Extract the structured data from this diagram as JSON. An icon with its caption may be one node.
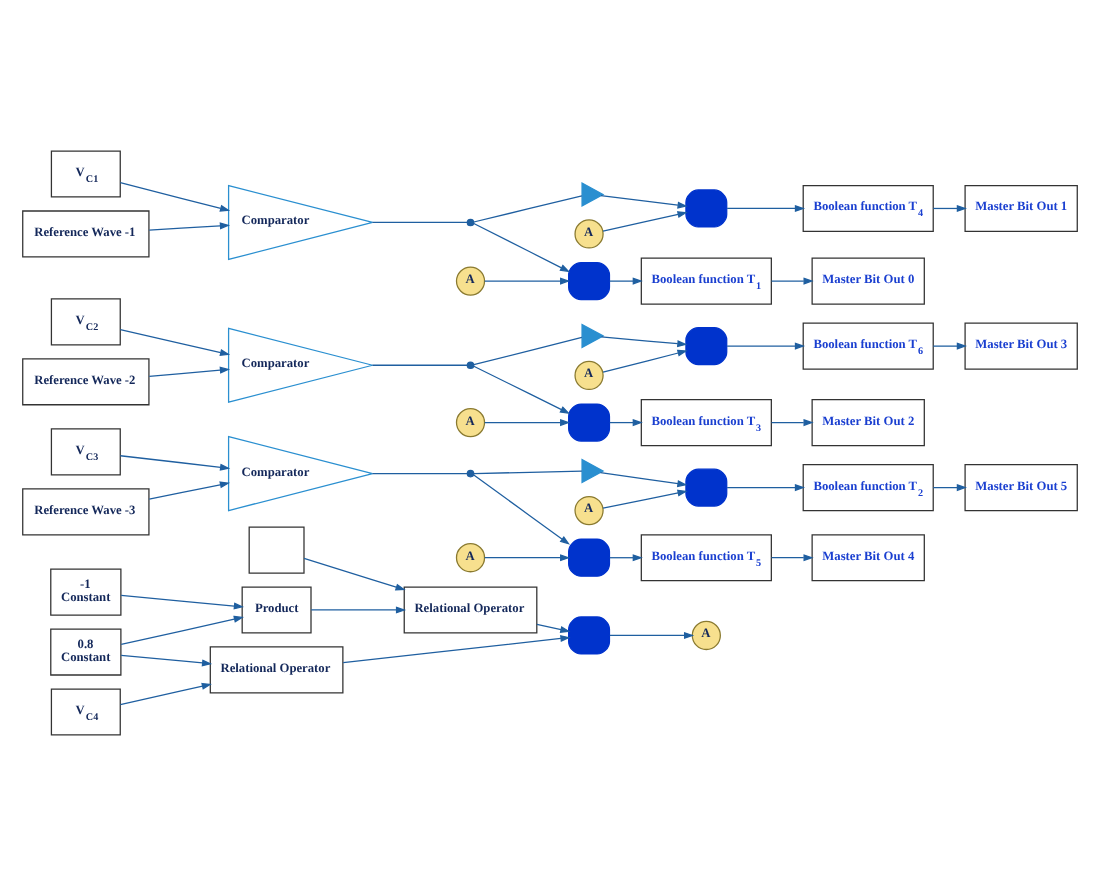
{
  "diagram": {
    "nodes": [
      {
        "text": [
          "Reference Wave -1"
        ]
      },
      {
        "text": [
          "V$_{C1}$"
        ]
      },
      {
        "text": [
          "Comparator"
        ]
      },
      {
        "text": [],
        "shape": "circle"
      },
      {
        "text": [],
        "shape": "triangle"
      },
      {
        "text": [
          "A"
        ]
      },
      {
        "text": [],
        "shape": "gate"
      },
      {
        "text": [
          "Boolean function T$_{1}$"
        ]
      },
      {
        "text": [
          "Master Bit Out 0"
        ]
      },
      {
        "text": [
          "A"
        ]
      },
      {
        "text": [],
        "shape": "gate"
      },
      {
        "text": [
          "Boolean function T$_{4}$"
        ]
      },
      {
        "text": [
          "Master Bit Out 1"
        ]
      },
      {
        "text": [
          "Reference Wave -2"
        ]
      },
      {
        "text": [
          "V$_{C2}$"
        ]
      },
      {
        "text": [
          "Comparator"
        ]
      },
      {
        "text": [],
        "shape": "circle"
      },
      {
        "text": [],
        "shape": "triangle"
      },
      {
        "text": [
          "A"
        ]
      },
      {
        "text": [],
        "shape": "gate"
      },
      {
        "text": [
          "Boolean function T$_{3}$"
        ]
      },
      {
        "text": [
          "Master Bit Out 2"
        ]
      },
      {
        "text": [
          "A"
        ]
      },
      {
        "text": [],
        "shape": "gate"
      },
      {
        "text": [
          "Boolean function T$_{6}$"
        ]
      },
      {
        "text": [
          "Master Bit Out 3"
        ]
      },
      {
        "text": [
          "Reference Wave -3"
        ]
      },
      {
        "text": [
          "V$_{C3}$"
        ]
      },
      {
        "text": [
          "Comparator"
        ]
      },
      {
        "text": [],
        "shape": "circle"
      },
      {
        "text": [],
        "shape": "triangle"
      },
      {
        "text": [
          "A"
        ]
      },
      {
        "text": [],
        "shape": "gate"
      },
      {
        "text": [
          "Boolean function T$_{5}$"
        ]
      },
      {
        "text": [
          "Master Bit Out 4"
        ]
      },
      {
        "text": [
          "A"
        ]
      },
      {
        "text": [],
        "shape": "gate"
      },
      {
        "text": [
          "Boolean function T$_{2}$"
        ]
      },
      {
        "text": [
          "Master Bit Out 5"
        ]
      },
      {
        "text": [
          "0.8",
          "Constant"
        ]
      },
      {
        "text": [
          "V$_{C4}$"
        ]
      },
      {
        "text": [
          "Relational Operator"
        ]
      },
      {
        "text": [
          "-1",
          "Constant"
        ]
      },
      {
        "text": [
          "Product"
        ]
      },
      {
        "text": [],
        "shape": "box"
      },
      {
        "text": [
          "Relational Operator"
        ]
      },
      {
        "text": [],
        "shape": "gate"
      },
      {
        "text": [
          "A"
        ]
      }
    ],
    "edges": [
      {
        "from": 0,
        "to": 2,
        "arrow": "to"
      },
      {
        "from": 1,
        "to": 2,
        "arrow": "to"
      },
      {
        "from": 2,
        "to": 3,
        "arrow": "none"
      },
      {
        "from": 3,
        "to": 6,
        "arrow": "to"
      },
      {
        "from": 3,
        "to": 4,
        "arrow": "none"
      },
      {
        "from": 5,
        "to": 6,
        "arrow": "to"
      },
      {
        "from": 6,
        "to": 7,
        "arrow": "to"
      },
      {
        "from": 7,
        "to": 8,
        "arrow": "to"
      },
      {
        "from": 4,
        "to": 10,
        "arrow": "to"
      },
      {
        "from": 9,
        "to": 10,
        "arrow": "to"
      },
      {
        "from": 10,
        "to": 11,
        "arrow": "to"
      },
      {
        "from": 11,
        "to": 12,
        "arrow": "to"
      },
      {
        "from": 13,
        "to": 15,
        "arrow": "to"
      },
      {
        "from": 14,
        "to": 15,
        "arrow": "to"
      },
      {
        "from": 15,
        "to": 16,
        "arrow": "none"
      },
      {
        "from": 16,
        "to": 19,
        "arrow": "to"
      },
      {
        "from": 16,
        "to": 17,
        "arrow": "none"
      },
      {
        "from": 18,
        "to": 19,
        "arrow": "to"
      },
      {
        "from": 19,
        "to": 20,
        "arrow": "to"
      },
      {
        "from": 20,
        "to": 21,
        "arrow": "to"
      },
      {
        "from": 17,
        "to": 23,
        "arrow": "to"
      },
      {
        "from": 22,
        "to": 23,
        "arrow": "to"
      },
      {
        "from": 23,
        "to": 24,
        "arrow": "to"
      },
      {
        "from": 24,
        "to": 25,
        "arrow": "to"
      },
      {
        "from": 26,
        "to": 28,
        "arrow": "to"
      },
      {
        "from": 27,
        "to": 28,
        "arrow": "to"
      },
      {
        "from": 28,
        "to": 29,
        "arrow": "none"
      },
      {
        "from": 29,
        "to": 32,
        "arrow": "to"
      },
      {
        "from": 29,
        "to": 30,
        "arrow": "none"
      },
      {
        "from": 31,
        "to": 32,
        "arrow": "to"
      },
      {
        "from": 32,
        "to": 33,
        "arrow": "to"
      },
      {
        "from": 33,
        "to": 34,
        "arrow": "to"
      },
      {
        "from": 30,
        "to": 36,
        "arrow": "to"
      },
      {
        "from": 35,
        "to": 36,
        "arrow": "to"
      },
      {
        "from": 36,
        "to": 37,
        "arrow": "to"
      },
      {
        "from": 37,
        "to": 38,
        "arrow": "to"
      },
      {
        "from": 39,
        "to": 41,
        "arrow": "to"
      },
      {
        "from": 40,
        "to": 41,
        "arrow": "to"
      },
      {
        "from": 39,
        "to": 43,
        "arrow": "to"
      },
      {
        "from": 42,
        "to": 43,
        "arrow": "to"
      },
      {
        "from": 43,
        "to": 45,
        "arrow": "to"
      },
      {
        "from": 44,
        "to": 45,
        "arrow": "to"
      },
      {
        "from": 41,
        "to": 46,
        "arrow": "to"
      },
      {
        "from": 45,
        "to": 46,
        "arrow": "to"
      },
      {
        "from": 46,
        "to": 47,
        "arrow": "to"
      }
    ]
  }
}
